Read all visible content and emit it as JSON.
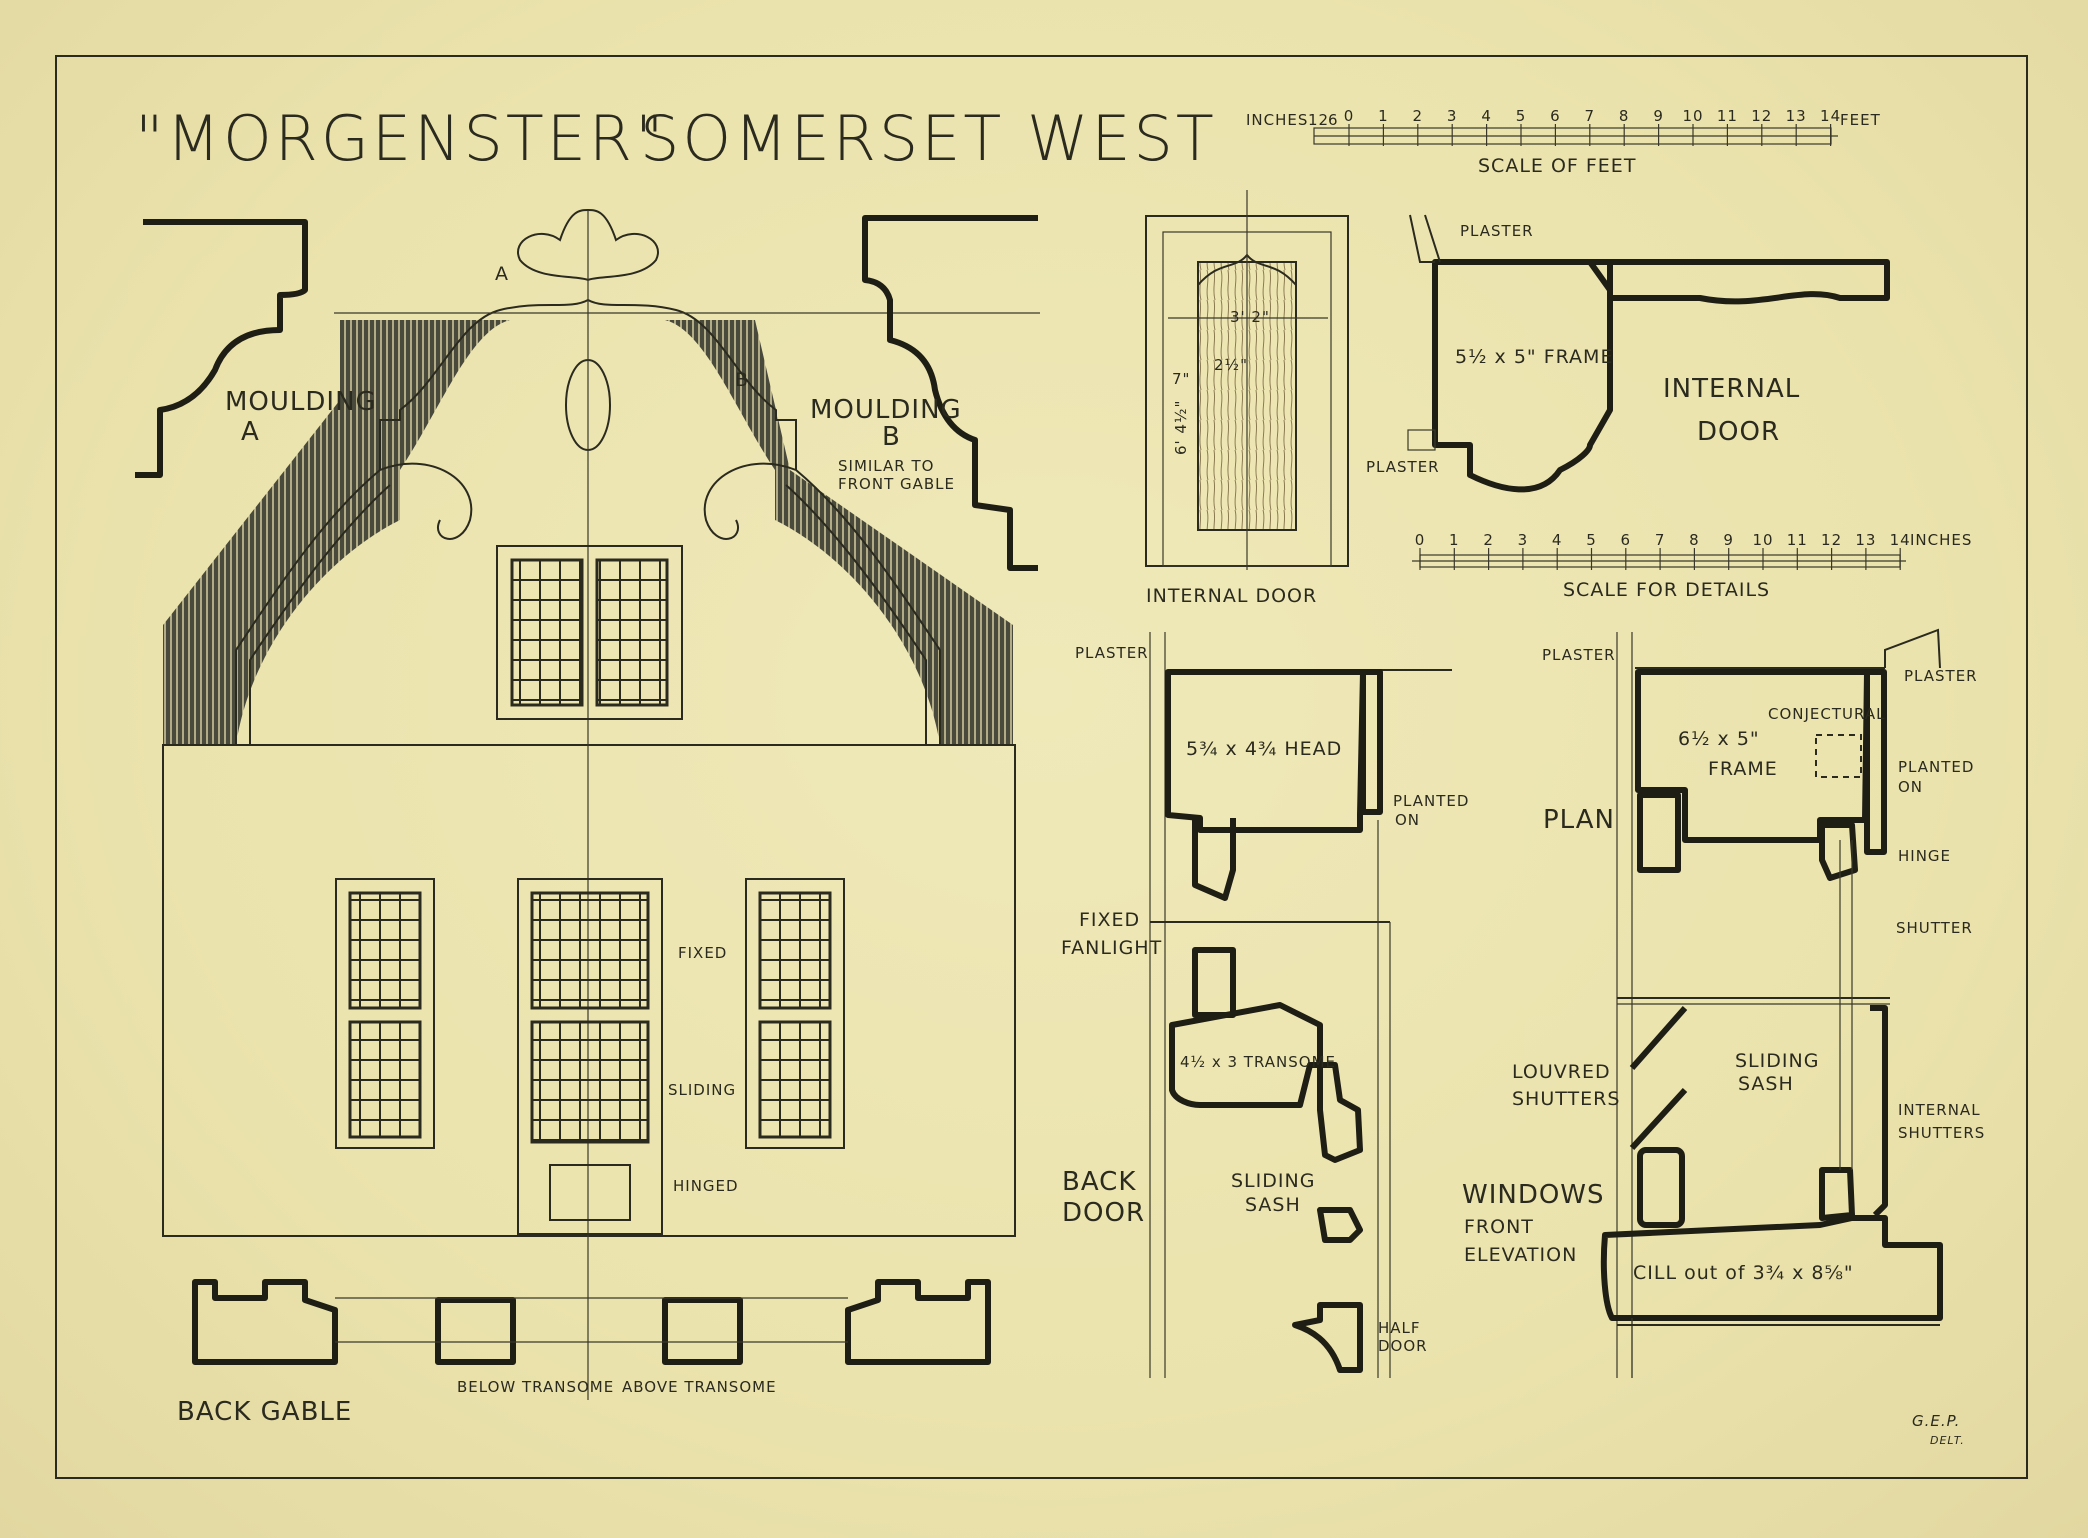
{
  "title": {
    "name": "\"MORGENSTER\"",
    "place": "SOMERSET WEST"
  },
  "scale_feet": {
    "left_label": "INCHES",
    "inch_ticks": [
      "12",
      "6"
    ],
    "ticks": [
      "0",
      "1",
      "2",
      "3",
      "4",
      "5",
      "6",
      "7",
      "8",
      "9",
      "10",
      "11",
      "12",
      "13",
      "14"
    ],
    "unit": "FEET",
    "caption": "SCALE OF FEET"
  },
  "scale_details": {
    "ticks": [
      "0",
      "1",
      "2",
      "3",
      "4",
      "5",
      "6",
      "7",
      "8",
      "9",
      "10",
      "11",
      "12",
      "13",
      "14"
    ],
    "unit": "INCHES",
    "caption": "SCALE FOR DETAILS"
  },
  "gable": {
    "moulding_a": [
      "MOULDING",
      "A"
    ],
    "moulding_b": [
      "MOULDING",
      "B",
      "SIMILAR TO",
      "FRONT GABLE"
    ],
    "marker_a": "A",
    "marker_b": "B",
    "fixed": "FIXED",
    "sliding": "SLIDING",
    "hinged": "HINGED",
    "title": "BACK GABLE",
    "below_transome": "BELOW TRANSOME",
    "above_transome": "ABOVE TRANSOME"
  },
  "internal_door": {
    "elevation_title": "INTERNAL DOOR",
    "dims": {
      "width": "3' 2\"",
      "rail": "7\"",
      "stile": "2½\"",
      "height": "6' 4½\""
    },
    "plaster_top": "PLASTER",
    "plaster_bottom": "PLASTER",
    "frame": "5½ x 5\" FRAME",
    "plan_title": [
      "INTERNAL",
      "DOOR"
    ]
  },
  "back_door": {
    "plaster": "PLASTER",
    "head": "5¾ x 4¾ HEAD",
    "planted_on": [
      "PLANTED",
      "ON"
    ],
    "fixed_fanlight": [
      "FIXED",
      "FANLIGHT"
    ],
    "transome": "4½ x 3 TRANSOME",
    "title": [
      "BACK",
      "DOOR"
    ],
    "sliding_sash": [
      "SLIDING",
      "SASH"
    ],
    "half_door": [
      "HALF",
      "DOOR"
    ]
  },
  "windows": {
    "plaster_left": "PLASTER",
    "plaster_right": "PLASTER",
    "conjectural": "CONJECTURAL",
    "frame": [
      "6½ x 5\"",
      "FRAME"
    ],
    "plan": "PLAN",
    "planted_on": [
      "PLANTED",
      "ON"
    ],
    "hinge": "HINGE",
    "shutter": "SHUTTER",
    "louvred_shutters": [
      "LOUVRED",
      "SHUTTERS"
    ],
    "sliding_sash": [
      "SLIDING",
      "SASH"
    ],
    "internal_shutters": [
      "INTERNAL",
      "SHUTTERS"
    ],
    "title": [
      "WINDOWS",
      "FRONT",
      "ELEVATION"
    ],
    "cill": "CILL out of 3¾ x 8⅝\""
  },
  "signature": [
    "G.E.P.",
    "DELT."
  ],
  "colors": {
    "paper": "#ece4b0",
    "ink": "#2b2a1e"
  }
}
